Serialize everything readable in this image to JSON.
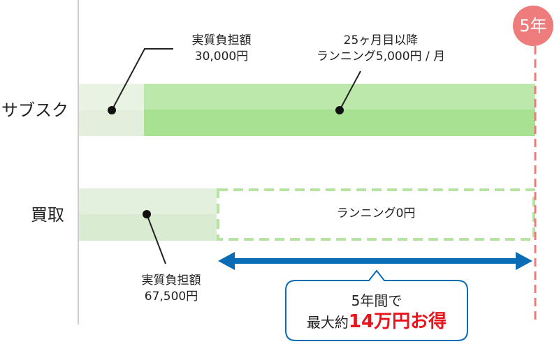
{
  "rows": {
    "subscription": "サブスク",
    "purchase": "買取"
  },
  "year_marker": "5年",
  "annotations": {
    "sub_burden_line1": "実質負担額",
    "sub_burden_line2": "30,000円",
    "sub_running_line1": "25ヶ月目以降",
    "sub_running_line2": "ランニング5,000円 / 月",
    "buy_running": "ランニング0円",
    "buy_burden_line1": "実質負担額",
    "buy_burden_line2": "67,500円"
  },
  "callout": {
    "line1": "5年間で",
    "line2_prefix": "最大約",
    "line2_highlight": "14万円お得"
  },
  "colors": {
    "pale_green": "#e1efdb",
    "green": "#b8e7a7",
    "dashed_green": "#b6e3a2",
    "marker_red": "#ee7c7c",
    "arrow_blue": "#0a6cb5",
    "highlight_red": "#e8141c"
  }
}
